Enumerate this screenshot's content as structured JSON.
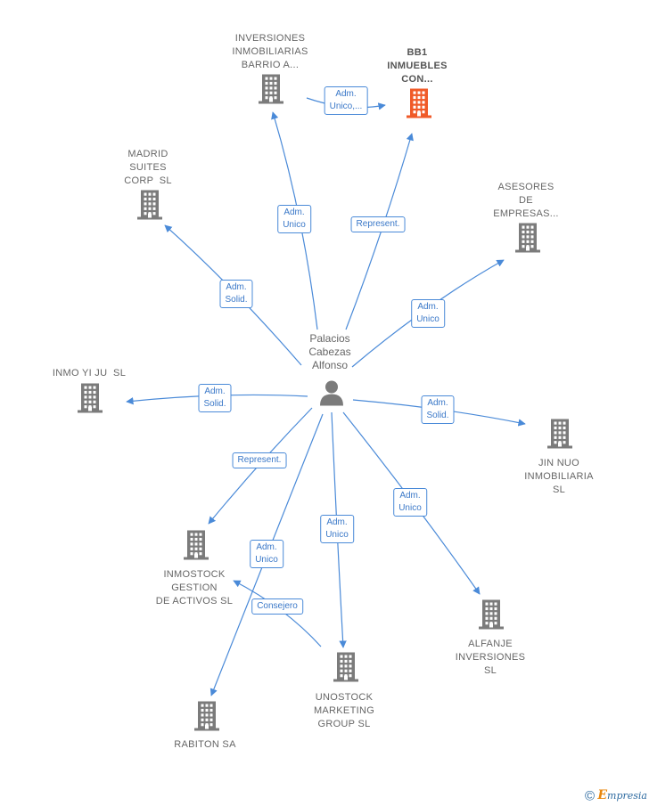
{
  "colors": {
    "edge": "#4a8ad8",
    "building": "#7b7b7b",
    "highlight": "#f05a28",
    "text": "#666666"
  },
  "center": {
    "label": "Palacios\nCabezas\nAlfonso",
    "icon": "person-icon"
  },
  "nodes": [
    {
      "id": "inversiones",
      "label": "INVERSIONES\nINMOBILIARIAS\nBARRIO A...",
      "icon": "building-icon",
      "highlight": false
    },
    {
      "id": "bb1",
      "label": "BB1\nINMUEBLES\nCON...",
      "icon": "building-icon",
      "highlight": true
    },
    {
      "id": "madrid",
      "label": "MADRID\nSUITES\nCORP  SL",
      "icon": "building-icon",
      "highlight": false
    },
    {
      "id": "asesores",
      "label": "ASESORES\nDE\nEMPRESAS...",
      "icon": "building-icon",
      "highlight": false
    },
    {
      "id": "inmoyiju",
      "label": "INMO YI JU  SL",
      "icon": "building-icon",
      "highlight": false
    },
    {
      "id": "jinnuo",
      "label": "JIN NUO\nINMOBILIARIA\nSL",
      "icon": "building-icon",
      "highlight": false
    },
    {
      "id": "inmostock",
      "label": "INMOSTOCK\nGESTION\nDE ACTIVOS SL",
      "icon": "building-icon",
      "highlight": false
    },
    {
      "id": "alfanje",
      "label": "ALFANJE\nINVERSIONES\nSL",
      "icon": "building-icon",
      "highlight": false
    },
    {
      "id": "unostock",
      "label": "UNOSTOCK\nMARKETING\nGROUP SL",
      "icon": "building-icon",
      "highlight": false
    },
    {
      "id": "rabiton",
      "label": "RABITON SA",
      "icon": "building-icon",
      "highlight": false
    }
  ],
  "edges": [
    {
      "id": "e1",
      "from": "center",
      "to": "inversiones",
      "label": "Adm.\nUnico"
    },
    {
      "id": "e2",
      "from": "inversiones",
      "to": "bb1",
      "label": "Adm.\nUnico,..."
    },
    {
      "id": "e3",
      "from": "center",
      "to": "bb1",
      "label": "Represent."
    },
    {
      "id": "e4",
      "from": "center",
      "to": "madrid",
      "label": "Adm.\nSolid."
    },
    {
      "id": "e5",
      "from": "center",
      "to": "asesores",
      "label": "Adm.\nUnico"
    },
    {
      "id": "e6",
      "from": "center",
      "to": "inmoyiju",
      "label": "Adm.\nSolid."
    },
    {
      "id": "e7",
      "from": "center",
      "to": "jinnuo",
      "label": "Adm.\nSolid."
    },
    {
      "id": "e8",
      "from": "center",
      "to": "inmostock",
      "label": "Represent."
    },
    {
      "id": "e9",
      "from": "center",
      "to": "alfanje",
      "label": "Adm.\nUnico"
    },
    {
      "id": "e10",
      "from": "center",
      "to": "unostock",
      "label": "Adm.\nUnico"
    },
    {
      "id": "e11",
      "from": "center",
      "to": "rabiton",
      "label": "Adm.\nUnico"
    },
    {
      "id": "e12",
      "from": "unostock",
      "to": "inmostock",
      "label": "Consejero"
    }
  ],
  "footer": {
    "copyright_symbol": "©",
    "brand_initial": "E",
    "brand_rest": "mpresia"
  }
}
